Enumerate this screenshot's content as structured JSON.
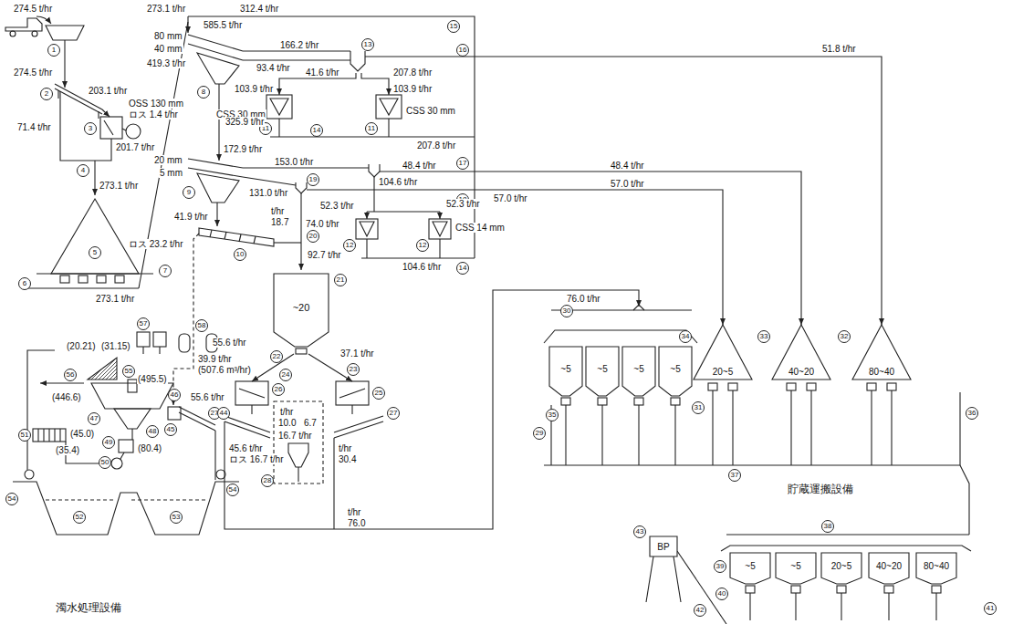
{
  "diagram": {
    "nodes": [
      {
        "text": [
          "~20"
        ]
      },
      {
        "text": [
          "~5"
        ]
      },
      {
        "text": [
          "~5"
        ]
      },
      {
        "text": [
          "~5"
        ]
      },
      {
        "text": [
          "~5"
        ]
      },
      {
        "text": [
          "20~5"
        ]
      },
      {
        "text": [
          "40~20"
        ]
      },
      {
        "text": [
          "80~40"
        ]
      },
      {
        "text": [
          "BP"
        ]
      },
      {
        "text": [
          "~5"
        ]
      },
      {
        "text": [
          "~5"
        ]
      },
      {
        "text": [
          "20~5"
        ]
      },
      {
        "text": [
          "40~20"
        ]
      },
      {
        "text": [
          "80~40"
        ]
      }
    ],
    "labels": [
      "274.5 t/hr",
      "1",
      "274.5 t/hr",
      "2",
      "203.1 t/hr",
      "OSS 130 mm",
      "ロス 1.4 t/hr",
      "3",
      "71.4 t/hr",
      "201.7 t/hr",
      "4",
      "273.1 t/hr",
      "5",
      "6",
      "273.1 t/hr",
      "7",
      "273.1 t/hr",
      "312.4 t/hr",
      "15",
      "80 mm",
      "585.5 t/hr",
      "166.2 t/hr",
      "13",
      "40 mm",
      "419.3 t/hr",
      "93.4 t/hr",
      "16",
      "8",
      "41.6 t/hr",
      "207.8 t/hr",
      "103.9 t/hr",
      "103.9 t/hr",
      "CSS 30 mm",
      "11",
      "11",
      "CSS 30 mm",
      "325.9 t/hr",
      "14",
      "207.8 t/hr",
      "20 mm",
      "153.0 t/hr",
      "48.4 t/hr",
      "17",
      "5 mm",
      "172.9 t/hr",
      "131.0 t/hr",
      "57.0 t/hr",
      "18",
      "9",
      "74.0 t/hr",
      "19",
      "104.6 t/hr",
      "41.9 t/hr",
      "t/hr",
      "18.7",
      "52.3 t/hr",
      "52.3 t/hr",
      "12",
      "12",
      "CSS 14 mm",
      "ロス 23.2 t/hr",
      "10",
      "20",
      "92.7 t/hr",
      "104.6 t/hr",
      "14",
      "21",
      "22",
      "55.6 t/hr",
      "37.1 t/hr",
      "24",
      "23",
      "55.6 t/hr",
      "26",
      "25",
      "t/hr",
      "10.0",
      "6.7",
      "27",
      "27",
      "45.6 t/hr",
      "16.7 t/hr",
      "ロス 16.7 t/hr",
      "t/hr",
      "30.4",
      "28",
      "t/hr",
      "76.0",
      "51.8 t/hr",
      "48.4 t/hr",
      "57.0 t/hr",
      "76.0 t/hr",
      "30",
      "31",
      "34",
      "33",
      "32",
      "35",
      "36",
      "29",
      "37",
      "貯蔵運搬設備",
      "43",
      "38",
      "42",
      "39",
      "40",
      "41",
      "57",
      "58",
      "(20.21)",
      "(31.15)",
      "55",
      "(495.5)",
      "39.9 t/hr",
      "(507.6 m³/hr)",
      "46",
      "(446.6)",
      "56",
      "47",
      "45",
      "44",
      "48",
      "51",
      "(45.0)",
      "49",
      "(80.4)",
      "(35.4)",
      "50",
      "54",
      "54",
      "52",
      "53",
      "濁水処理設備"
    ]
  }
}
